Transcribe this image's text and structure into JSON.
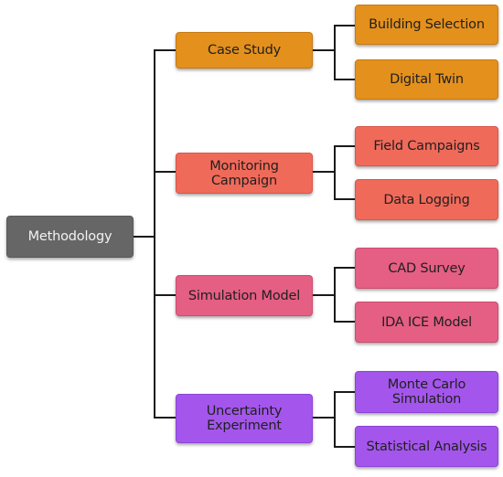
{
  "root": {
    "label": "Methodology"
  },
  "branches": [
    {
      "label": "Case Study",
      "children": [
        "Building Selection",
        "Digital Twin"
      ]
    },
    {
      "label": "Monitoring Campaign",
      "children": [
        "Field Campaigns",
        "Data Logging"
      ]
    },
    {
      "label": "Simulation Model",
      "children": [
        "CAD Survey",
        "IDA ICE Model"
      ]
    },
    {
      "label": "Uncertainty\nExperiment",
      "children": [
        "Monte Carlo\nSimulation",
        "Statistical Analysis"
      ]
    }
  ],
  "colors": {
    "root": "#666666",
    "case_study": "#e4901c",
    "monitoring": "#f06a5a",
    "simulation": "#e55e83",
    "uncertainty": "#a456ec",
    "connector": "#1a1a1a"
  }
}
